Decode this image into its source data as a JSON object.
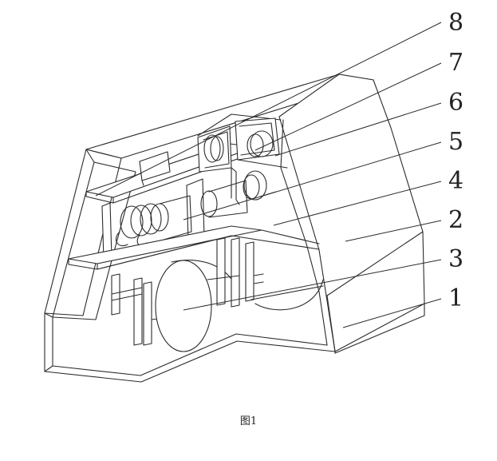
{
  "figure": {
    "caption": "图1",
    "labels": [
      {
        "id": "label-8",
        "text": "8"
      },
      {
        "id": "label-7",
        "text": "7"
      },
      {
        "id": "label-6",
        "text": "6"
      },
      {
        "id": "label-5",
        "text": "5"
      },
      {
        "id": "label-4",
        "text": "4"
      },
      {
        "id": "label-2",
        "text": "2"
      },
      {
        "id": "label-3",
        "text": "3"
      },
      {
        "id": "label-1",
        "text": "1"
      }
    ]
  }
}
